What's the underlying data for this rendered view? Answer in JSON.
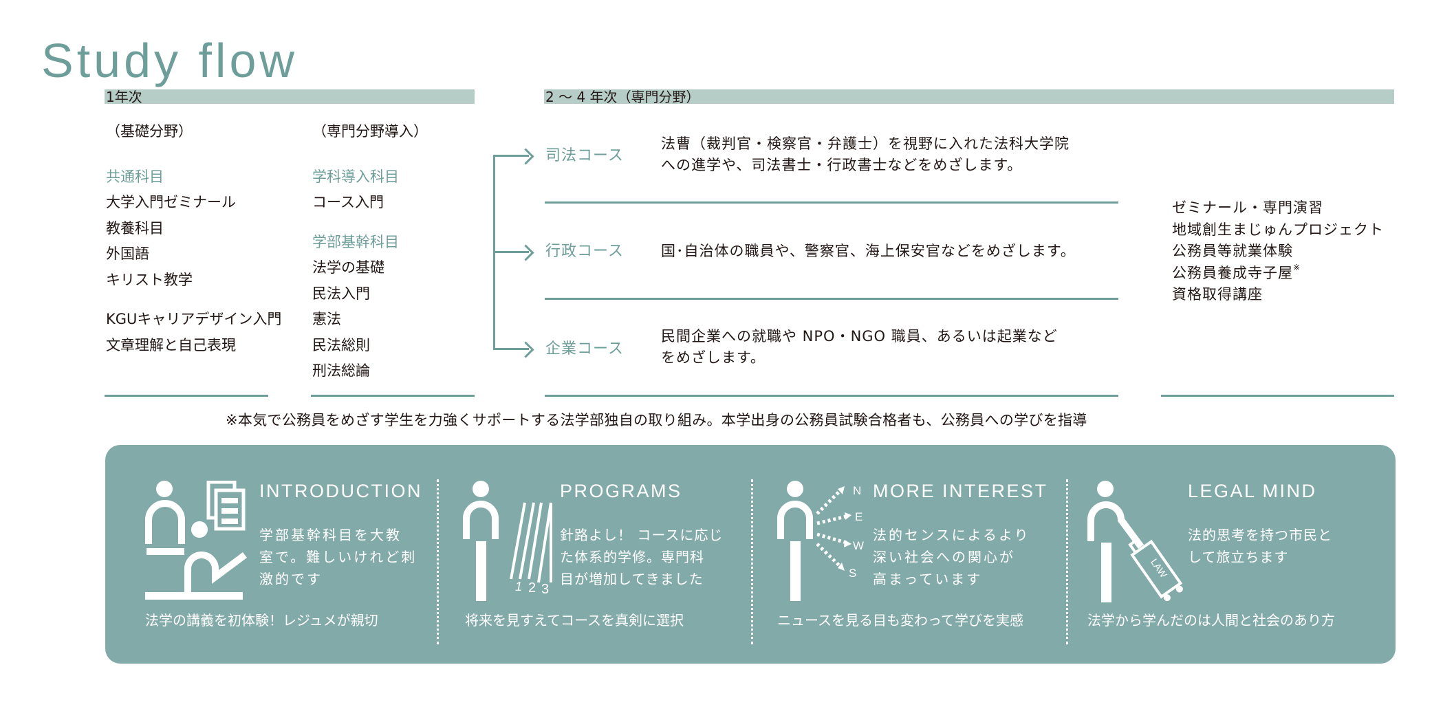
{
  "title": "Study flow",
  "year1": {
    "header": "1年次",
    "columns": [
      {
        "subtitle": "（基礎分野）",
        "groups": [
          {
            "category": "共通科目",
            "items": [
              "大学入門ゼミナール",
              "教養科目",
              "外国語",
              "キリスト教学"
            ]
          },
          {
            "category": "",
            "items": [
              "KGUキャリアデザイン入門",
              "文章理解と自己表現"
            ]
          }
        ]
      },
      {
        "subtitle": "（専門分野導入）",
        "groups": [
          {
            "category": "学科導入科目",
            "items": [
              "コース入門"
            ]
          },
          {
            "category": "学部基幹科目",
            "items": [
              "法学の基礎",
              "民法入門",
              "憲法",
              "民法総則",
              "刑法総論"
            ]
          }
        ]
      }
    ]
  },
  "years2to4": {
    "header": "2 ～ 4 年次（専門分野）",
    "courses": [
      {
        "label": "司法コース",
        "description": [
          "法曹（裁判官・検察官・弁護士）を視野に入れた法科大学院",
          "への進学や、司法書士・行政書士などをめざします。"
        ]
      },
      {
        "label": "行政コース",
        "description": [
          "国･自治体の職員や、警察官、海上保安官などをめざします。"
        ]
      },
      {
        "label": "企業コース",
        "description": [
          "民間企業への就職や NPO・NGO 職員、あるいは起業など",
          "をめざします。"
        ]
      }
    ],
    "extras": [
      "ゼミナール・専門演習",
      "地域創生まじゅんプロジェクト",
      "公務員等就業体験",
      "公務員養成寺子屋",
      "資格取得講座"
    ],
    "extras_note_mark": "※"
  },
  "footnote": "※本気で公務員をめざす学生を力強くサポートする法学部独自の取り組み。本学出身の公務員試験合格者も、公務員への学びを指導",
  "panels": [
    {
      "title": "INTRODUCTION",
      "body": [
        "学部基幹科目を大教",
        "室で。難しいけれど刺",
        "激的です"
      ],
      "caption": "法学の講義を初体験！レジュメが親切",
      "icon": "lecture-icon"
    },
    {
      "title": "PROGRAMS",
      "body": [
        "針路よし！ コースに応じ",
        "た体系的学修。専門科",
        "目が増加してきました"
      ],
      "caption": "将来を見すえてコースを真剣に選択",
      "icon": "course-paths-icon",
      "path_numbers": [
        "1",
        "2",
        "3"
      ]
    },
    {
      "title": "MORE INTEREST",
      "body": [
        "法的センスによるより",
        "深い社会への関心が",
        "高まっています"
      ],
      "caption": "ニュースを見る目も変わって学びを実感",
      "icon": "compass-directions-icon",
      "directions": [
        "N",
        "E",
        "W",
        "S"
      ]
    },
    {
      "title": "LEGAL MIND",
      "body": [
        "法的思考を持つ市民と",
        "して旅立ちます"
      ],
      "caption": "法学から学んだのは人間と社会のあり方",
      "icon": "suitcase-traveler-icon",
      "suitcase_label": "LAW"
    }
  ],
  "colors": {
    "accent": "#6e9e9a",
    "header_bar": "#b5ccc7",
    "card_bg": "#82aaa8",
    "text": "#231815"
  }
}
